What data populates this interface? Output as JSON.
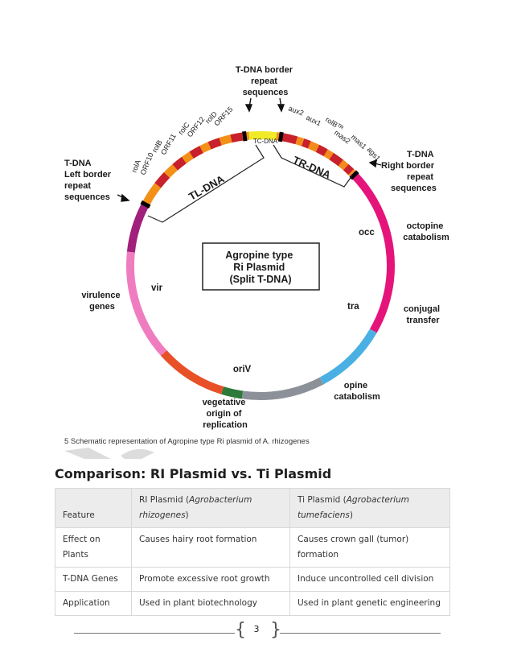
{
  "figure": {
    "plasmid_title": [
      "Agropine type",
      "Ri Plasmid",
      "(Split T-DNA)"
    ],
    "border_top": [
      "T-DNA border",
      "repeat",
      "sequences"
    ],
    "left_border": [
      "T-DNA",
      "Left border",
      "repeat",
      "sequences"
    ],
    "right_border": [
      "T-DNA",
      "Right border",
      "repeat",
      "sequences"
    ],
    "tl_dna": "TL-DNA",
    "tr_dna": "TR-DNA",
    "tc_dna": "TC-DNA",
    "genes": {
      "rolA": "rolA",
      "orf10": "ORF10",
      "rolB": "rolB",
      "orf11": "ORF11",
      "rolC": "rolC",
      "orf12": "ORF12",
      "rolD": "rolD",
      "orf15": "ORF15",
      "aux2": "aux2",
      "aux1": "aux1",
      "rolBtr": "rolBᵀᴿ",
      "mas2": "mas2",
      "mas1": "mas1",
      "ags1": "ags1"
    },
    "occ": "occ",
    "octopine": [
      "octopine",
      "catabolism"
    ],
    "tra": "tra",
    "conjugal": [
      "conjugal",
      "transfer"
    ],
    "opine": [
      "opine",
      "catabolism"
    ],
    "oriv": "oriV",
    "vegetative": [
      "vegetative",
      "origin of",
      "replication"
    ],
    "vir": "vir",
    "virulence": [
      "virulence",
      "genes"
    ],
    "colors": {
      "tl_region": "#f39018",
      "tl_genes": "#c8202c",
      "tc_region": "#f1ea28",
      "tr_region": "#f48a1e",
      "occ": "#e5147a",
      "tra": "#4ab0e4",
      "opine": "#8c9199",
      "oriv": "#2d7a3a",
      "origin_red": "#e85028",
      "vir": "#f07cc0",
      "left_purple": "#a0207c"
    }
  },
  "caption": "5 Schematic representation of Agropine type Ri plasmid of A. rhizogenes",
  "section_title": "Comparison: RI Plasmid vs. Ti Plasmid",
  "table": {
    "headers": {
      "feature": "Feature",
      "ri_prefix": "RI Plasmid (",
      "ri_species": "Agrobacterium rhizogenes",
      "ri_suffix": ")",
      "ti_prefix": "Ti Plasmid (",
      "ti_species": "Agrobacterium tumefaciens",
      "ti_suffix": ")"
    },
    "rows": [
      [
        "Effect on Plants",
        "Causes hairy root formation",
        "Causes crown gall (tumor) formation"
      ],
      [
        "T-DNA Genes",
        "Promote excessive root growth",
        "Induce uncontrolled cell division"
      ],
      [
        "Application",
        "Used in plant biotechnology",
        "Used in plant genetic engineering"
      ]
    ]
  },
  "page_number": "3"
}
